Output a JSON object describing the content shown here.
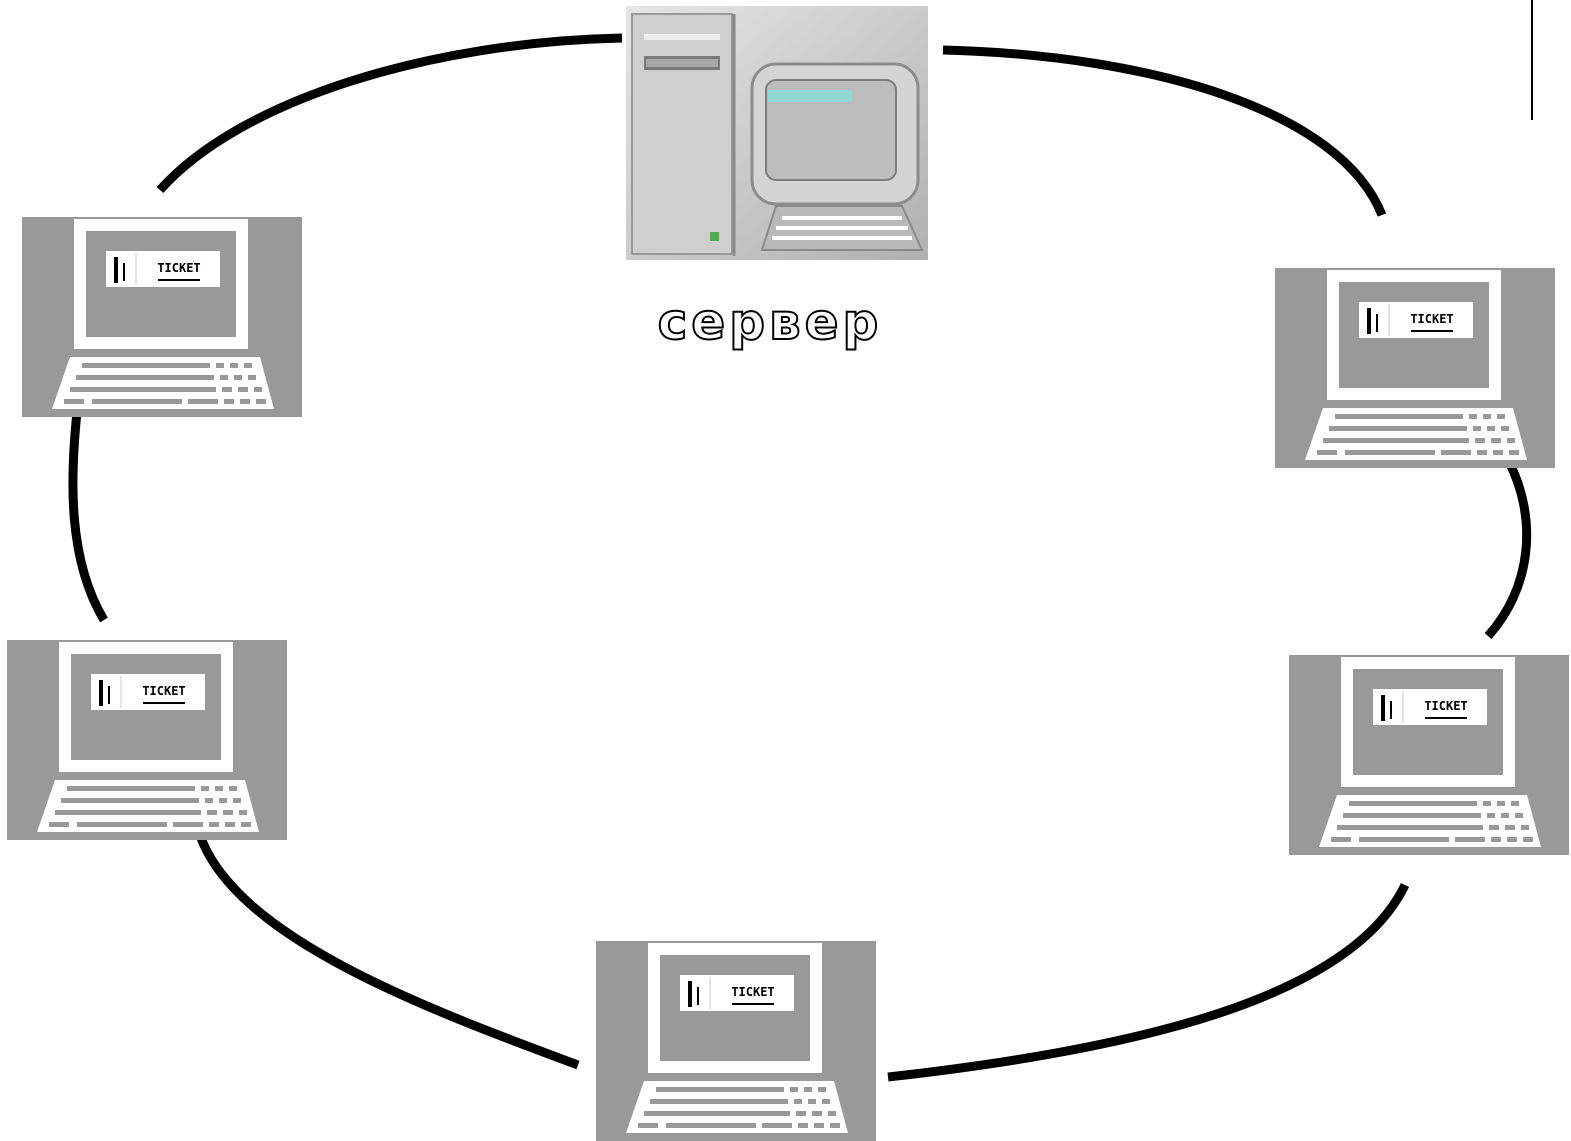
{
  "server": {
    "label": "сервер"
  },
  "ticket_label": "TICKET",
  "colors": {
    "background": "#ffffff",
    "link": "#000000",
    "laptop_panel": "#999999",
    "laptop_outline": "#ffffff",
    "screen": "#999999",
    "ticket_card": "#ffffff",
    "server_body": "#c8c8c8",
    "server_highlight": "#8fd6d6"
  },
  "icons": {
    "server": "server-workstation-icon",
    "client": "laptop-ticket-terminal-icon",
    "link": "cable-link"
  },
  "clients": [
    {
      "id": "client-top-left"
    },
    {
      "id": "client-top-right"
    },
    {
      "id": "client-middle-left"
    },
    {
      "id": "client-middle-right"
    },
    {
      "id": "client-bottom"
    }
  ]
}
